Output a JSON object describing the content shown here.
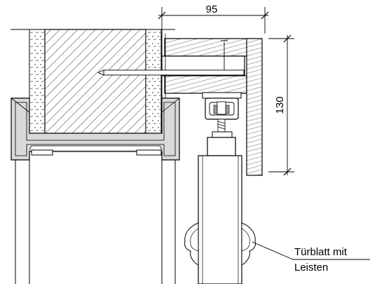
{
  "dimensions": {
    "width_value": "95",
    "height_value": "130"
  },
  "labels": {
    "door_leaf_line1": "Türblatt mit",
    "door_leaf_line2": "Leisten"
  }
}
